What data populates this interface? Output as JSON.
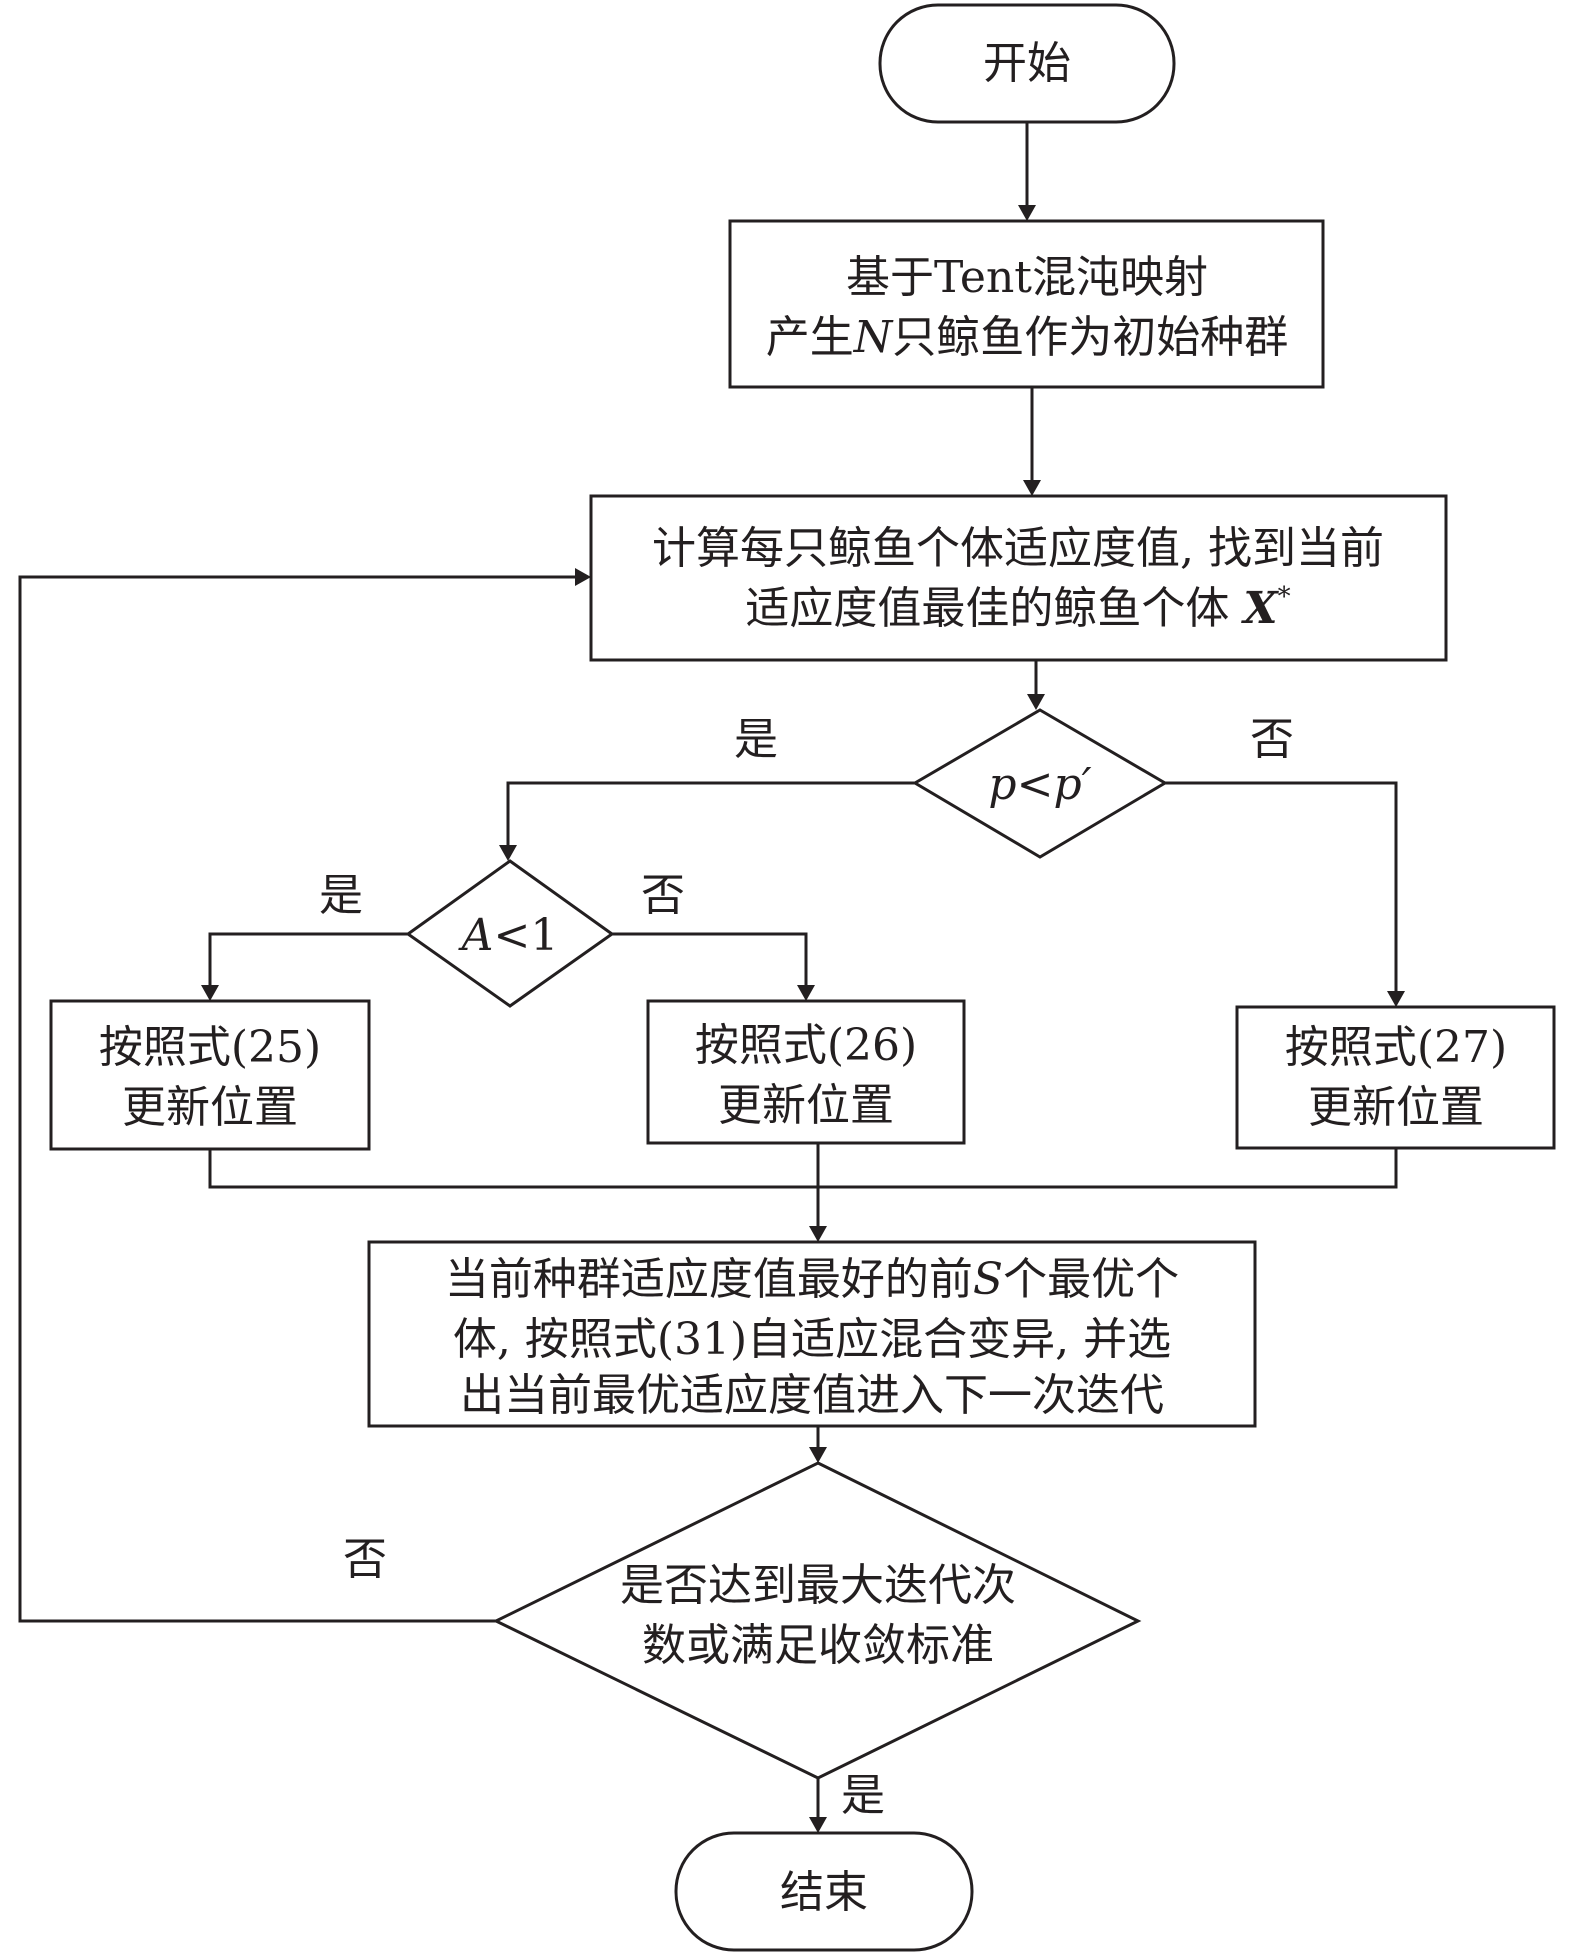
{
  "nodes": {
    "start": {
      "text": "开始"
    },
    "init": {
      "line1": "基于Tent混沌映射",
      "line2_pre": "产生",
      "line2_var": "N",
      "line2_post": "只鲸鱼作为初始种群"
    },
    "fitness": {
      "line1": "计算每只鲸鱼个体适应度值, 找到当前",
      "line2_pre": "适应度值最佳的鲸鱼个体 ",
      "line2_var": "X",
      "line2_sup": "*"
    },
    "decision_p": {
      "var1": "p",
      "op": "<",
      "var2": "p′"
    },
    "decision_a": {
      "var": "A",
      "op": "<1"
    },
    "update_25": {
      "line1": "按照式(25)",
      "line2": "更新位置"
    },
    "update_26": {
      "line1": "按照式(26)",
      "line2": "更新位置"
    },
    "update_27": {
      "line1": "按照式(27)",
      "line2": "更新位置"
    },
    "mutation": {
      "line1_pre": "当前种群适应度值最好的前",
      "line1_var": "S",
      "line1_post": "个最优个",
      "line2": "体, 按照式(31)自适应混合变异, 并选",
      "line3": "出当前最优适应度值进入下一次迭代"
    },
    "termination": {
      "line1": "是否达到最大迭代次",
      "line2": "数或满足收敛标准"
    },
    "end": {
      "text": "结束"
    }
  },
  "labels": {
    "p_yes": "是",
    "p_no": "否",
    "a_yes": "是",
    "a_no": "否",
    "term_no": "否",
    "term_yes": "是"
  }
}
